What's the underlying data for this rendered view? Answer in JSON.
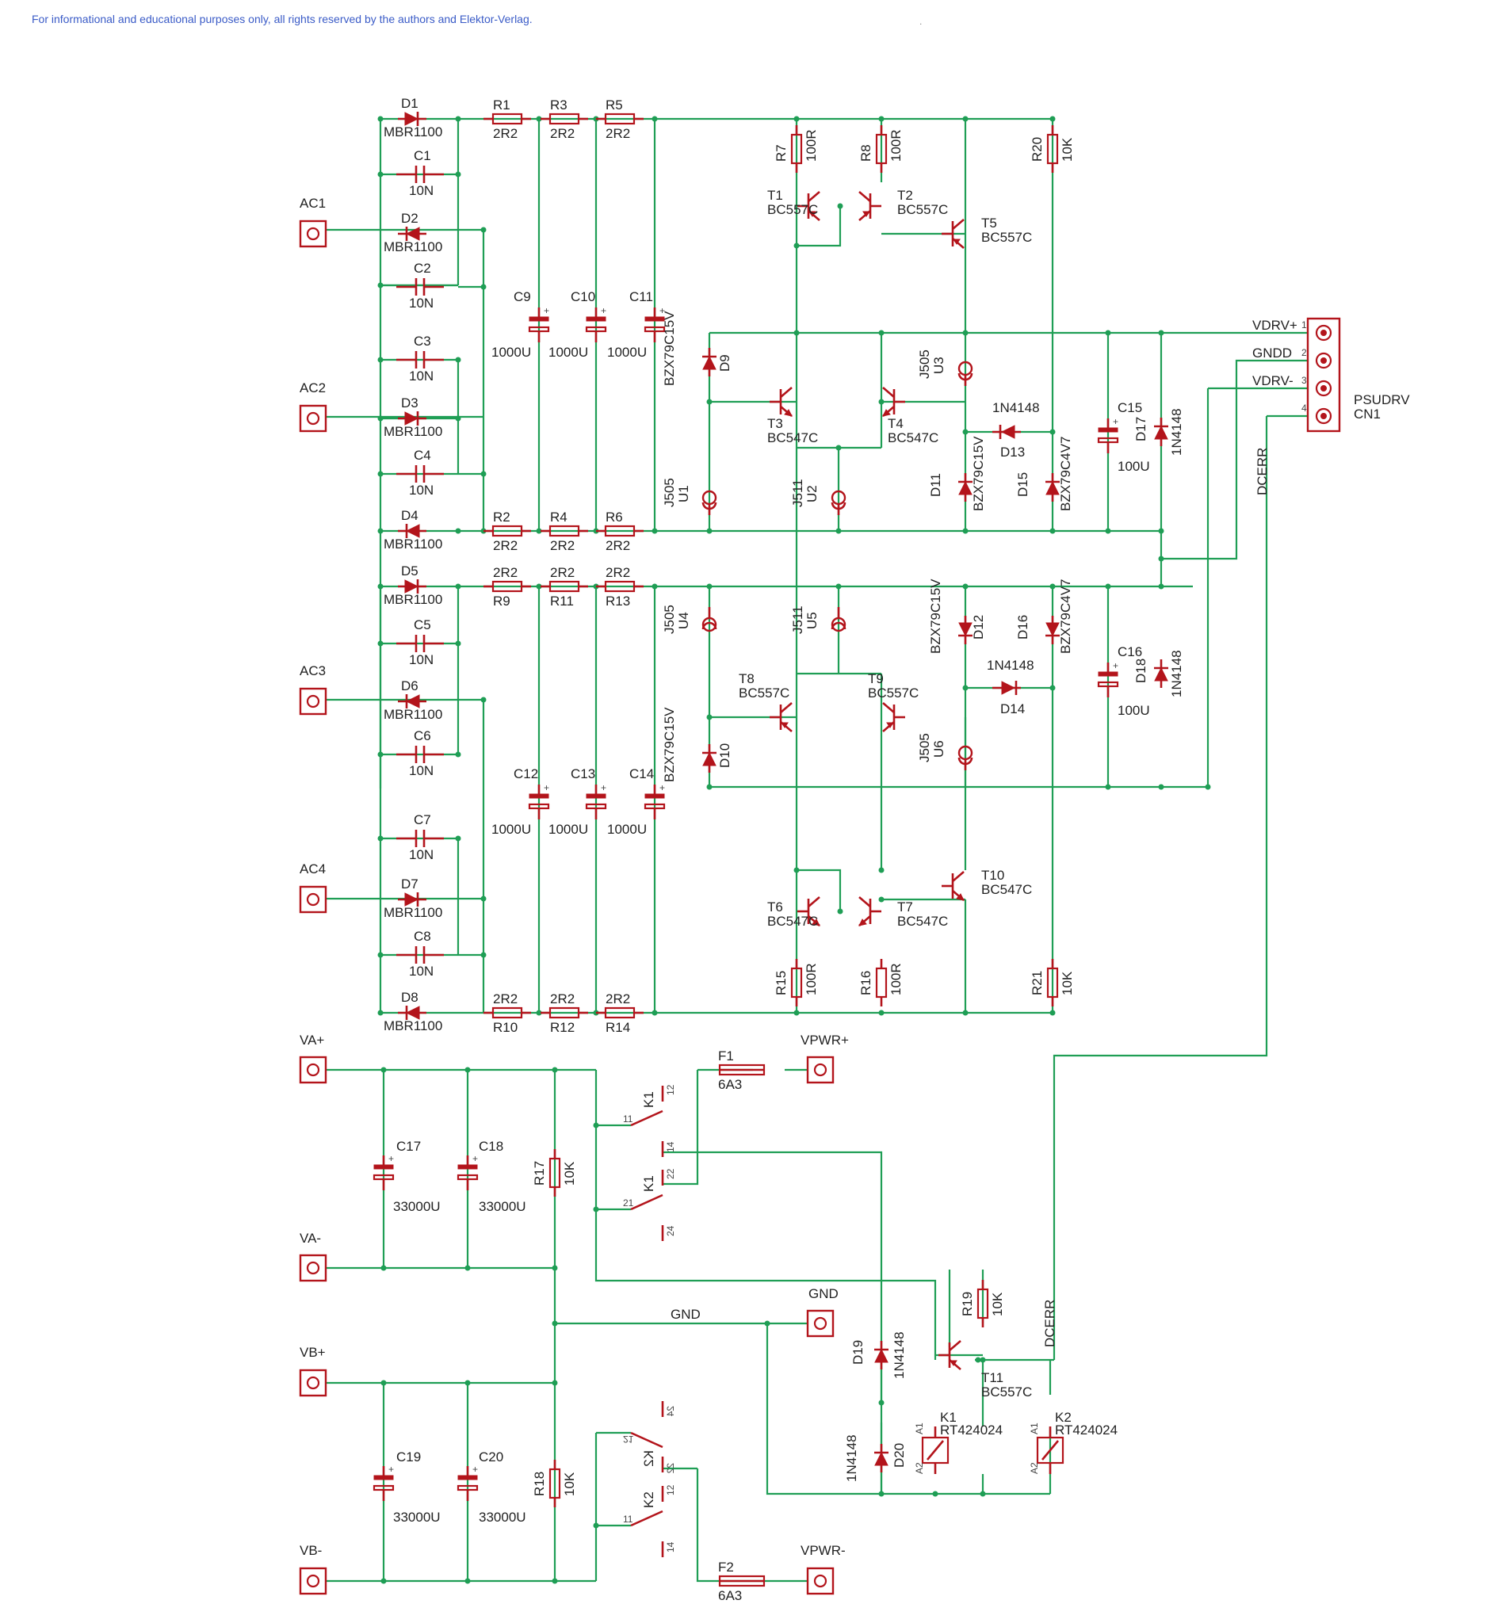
{
  "notice": "For informational and educational purposes only, all rights reserved by the authors and Elektor-Verlag.",
  "nets": {
    "gnd": "GND",
    "dcerr": "DCERR"
  },
  "connectors": [
    {
      "id": "AC1",
      "label": "AC1"
    },
    {
      "id": "AC2",
      "label": "AC2"
    },
    {
      "id": "AC3",
      "label": "AC3"
    },
    {
      "id": "AC4",
      "label": "AC4"
    },
    {
      "id": "VA+",
      "label": "VA+"
    },
    {
      "id": "VA-",
      "label": "VA-"
    },
    {
      "id": "VB+",
      "label": "VB+"
    },
    {
      "id": "VB-",
      "label": "VB-"
    },
    {
      "id": "VPWR+",
      "label": "VPWR+"
    },
    {
      "id": "VPWR-",
      "label": "VPWR-"
    },
    {
      "id": "GND",
      "label": "GND"
    }
  ],
  "header": {
    "name": "PSUDRV",
    "ref": "CN1",
    "pins": [
      {
        "n": "1",
        "label": "VDRV+"
      },
      {
        "n": "2",
        "label": "GNDD"
      },
      {
        "n": "3",
        "label": "VDRV-"
      },
      {
        "n": "4",
        "label": ""
      }
    ]
  },
  "diodes": [
    {
      "ref": "D1",
      "value": "MBR1100"
    },
    {
      "ref": "D2",
      "value": "MBR1100"
    },
    {
      "ref": "D3",
      "value": "MBR1100"
    },
    {
      "ref": "D4",
      "value": "MBR1100"
    },
    {
      "ref": "D5",
      "value": "MBR1100"
    },
    {
      "ref": "D6",
      "value": "MBR1100"
    },
    {
      "ref": "D7",
      "value": "MBR1100"
    },
    {
      "ref": "D8",
      "value": "MBR1100"
    },
    {
      "ref": "D9",
      "value": "BZX79C15V"
    },
    {
      "ref": "D10",
      "value": "BZX79C15V"
    },
    {
      "ref": "D11",
      "value": "BZX79C15V"
    },
    {
      "ref": "D12",
      "value": "BZX79C15V"
    },
    {
      "ref": "D13",
      "value": "1N4148"
    },
    {
      "ref": "D14",
      "value": "1N4148"
    },
    {
      "ref": "D15",
      "value": "BZX79C4V7"
    },
    {
      "ref": "D16",
      "value": "BZX79C4V7"
    },
    {
      "ref": "D17",
      "value": "1N4148"
    },
    {
      "ref": "D18",
      "value": "1N4148"
    },
    {
      "ref": "D19",
      "value": "1N4148"
    },
    {
      "ref": "D20",
      "value": "1N4148"
    }
  ],
  "capacitors": [
    {
      "ref": "C1",
      "value": "10N"
    },
    {
      "ref": "C2",
      "value": "10N"
    },
    {
      "ref": "C3",
      "value": "10N"
    },
    {
      "ref": "C4",
      "value": "10N"
    },
    {
      "ref": "C5",
      "value": "10N"
    },
    {
      "ref": "C6",
      "value": "10N"
    },
    {
      "ref": "C7",
      "value": "10N"
    },
    {
      "ref": "C8",
      "value": "10N"
    },
    {
      "ref": "C9",
      "value": "1000U"
    },
    {
      "ref": "C10",
      "value": "1000U"
    },
    {
      "ref": "C11",
      "value": "1000U"
    },
    {
      "ref": "C12",
      "value": "1000U"
    },
    {
      "ref": "C13",
      "value": "1000U"
    },
    {
      "ref": "C14",
      "value": "1000U"
    },
    {
      "ref": "C15",
      "value": "100U"
    },
    {
      "ref": "C16",
      "value": "100U"
    },
    {
      "ref": "C17",
      "value": "33000U"
    },
    {
      "ref": "C18",
      "value": "33000U"
    },
    {
      "ref": "C19",
      "value": "33000U"
    },
    {
      "ref": "C20",
      "value": "33000U"
    }
  ],
  "resistors": [
    {
      "ref": "R1",
      "value": "2R2"
    },
    {
      "ref": "R2",
      "value": "2R2"
    },
    {
      "ref": "R3",
      "value": "2R2"
    },
    {
      "ref": "R4",
      "value": "2R2"
    },
    {
      "ref": "R5",
      "value": "2R2"
    },
    {
      "ref": "R6",
      "value": "2R2"
    },
    {
      "ref": "R7",
      "value": "100R"
    },
    {
      "ref": "R8",
      "value": "100R"
    },
    {
      "ref": "R9",
      "value": "2R2"
    },
    {
      "ref": "R10",
      "value": "2R2"
    },
    {
      "ref": "R11",
      "value": "2R2"
    },
    {
      "ref": "R12",
      "value": "2R2"
    },
    {
      "ref": "R13",
      "value": "2R2"
    },
    {
      "ref": "R14",
      "value": "2R2"
    },
    {
      "ref": "R15",
      "value": "100R"
    },
    {
      "ref": "R16",
      "value": "100R"
    },
    {
      "ref": "R17",
      "value": "10K"
    },
    {
      "ref": "R18",
      "value": "10K"
    },
    {
      "ref": "R19",
      "value": "10K"
    },
    {
      "ref": "R20",
      "value": "10K"
    },
    {
      "ref": "R21",
      "value": "10K"
    }
  ],
  "transistors": [
    {
      "ref": "T1",
      "value": "BC557C"
    },
    {
      "ref": "T2",
      "value": "BC557C"
    },
    {
      "ref": "T3",
      "value": "BC547C"
    },
    {
      "ref": "T4",
      "value": "BC547C"
    },
    {
      "ref": "T5",
      "value": "BC557C"
    },
    {
      "ref": "T6",
      "value": "BC547C"
    },
    {
      "ref": "T7",
      "value": "BC547C"
    },
    {
      "ref": "T8",
      "value": "BC557C"
    },
    {
      "ref": "T9",
      "value": "BC557C"
    },
    {
      "ref": "T10",
      "value": "BC547C"
    },
    {
      "ref": "T11",
      "value": "BC557C"
    }
  ],
  "fets": [
    {
      "ref": "U1",
      "value": "J505"
    },
    {
      "ref": "U2",
      "value": "J511"
    },
    {
      "ref": "U3",
      "value": "J505"
    },
    {
      "ref": "U4",
      "value": "J505"
    },
    {
      "ref": "U5",
      "value": "J511"
    },
    {
      "ref": "U6",
      "value": "J505"
    }
  ],
  "fuses": [
    {
      "ref": "F1",
      "value": "6A3"
    },
    {
      "ref": "F2",
      "value": "6A3"
    }
  ],
  "relays": [
    {
      "ref": "K1",
      "value": "RT424024"
    },
    {
      "ref": "K2",
      "value": "RT424024"
    }
  ]
}
